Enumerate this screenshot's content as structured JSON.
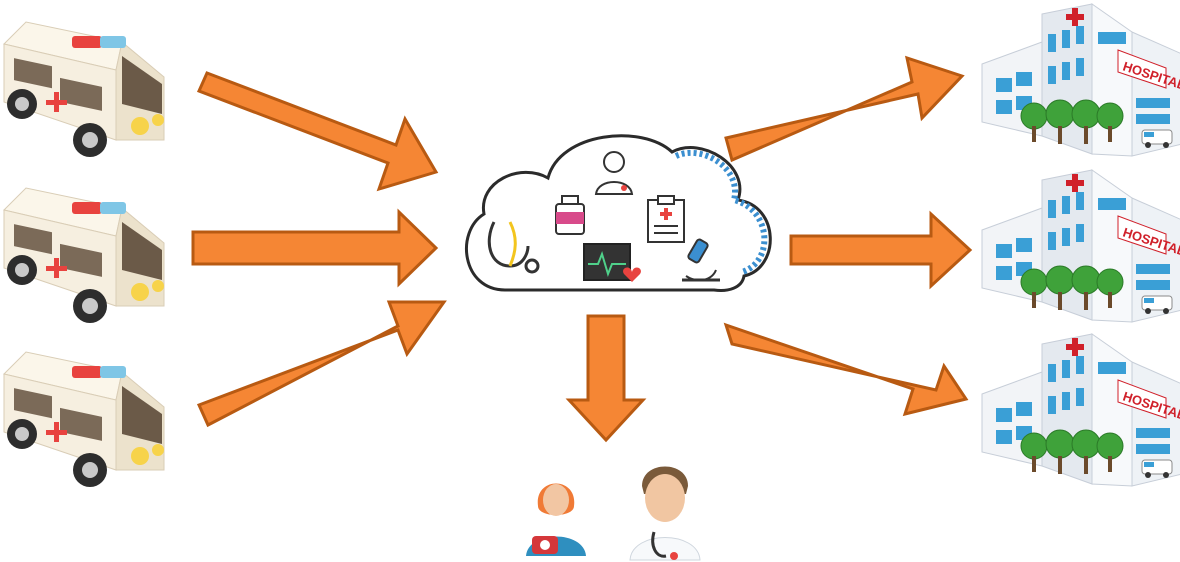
{
  "diagram": {
    "hospital_sign_text": "HOSPITAL",
    "colors": {
      "arrow_fill": "#f58634",
      "arrow_stroke": "#b85a12",
      "ambulance_body": "#f6efe0",
      "ambulance_cross": "#e8433f",
      "siren_red": "#e8433f",
      "siren_blue": "#7fc6e6",
      "hospital_white": "#f2f4f7",
      "hospital_blue": "#3a9fd6",
      "tree_green": "#3fa23a",
      "cloud_outline": "#2b2b2b",
      "cloud_shade": "#3b8fd0"
    },
    "sources": [
      "ambulance",
      "ambulance",
      "ambulance"
    ],
    "destinations": [
      "hospital",
      "hospital",
      "hospital"
    ],
    "hub_icons": [
      "doctor-icon",
      "medicine-bottle-icon",
      "clipboard-icon",
      "stethoscope-icon",
      "heart-monitor-icon",
      "microscope-icon"
    ],
    "recipients": [
      "operator-with-phone",
      "doctor"
    ]
  }
}
